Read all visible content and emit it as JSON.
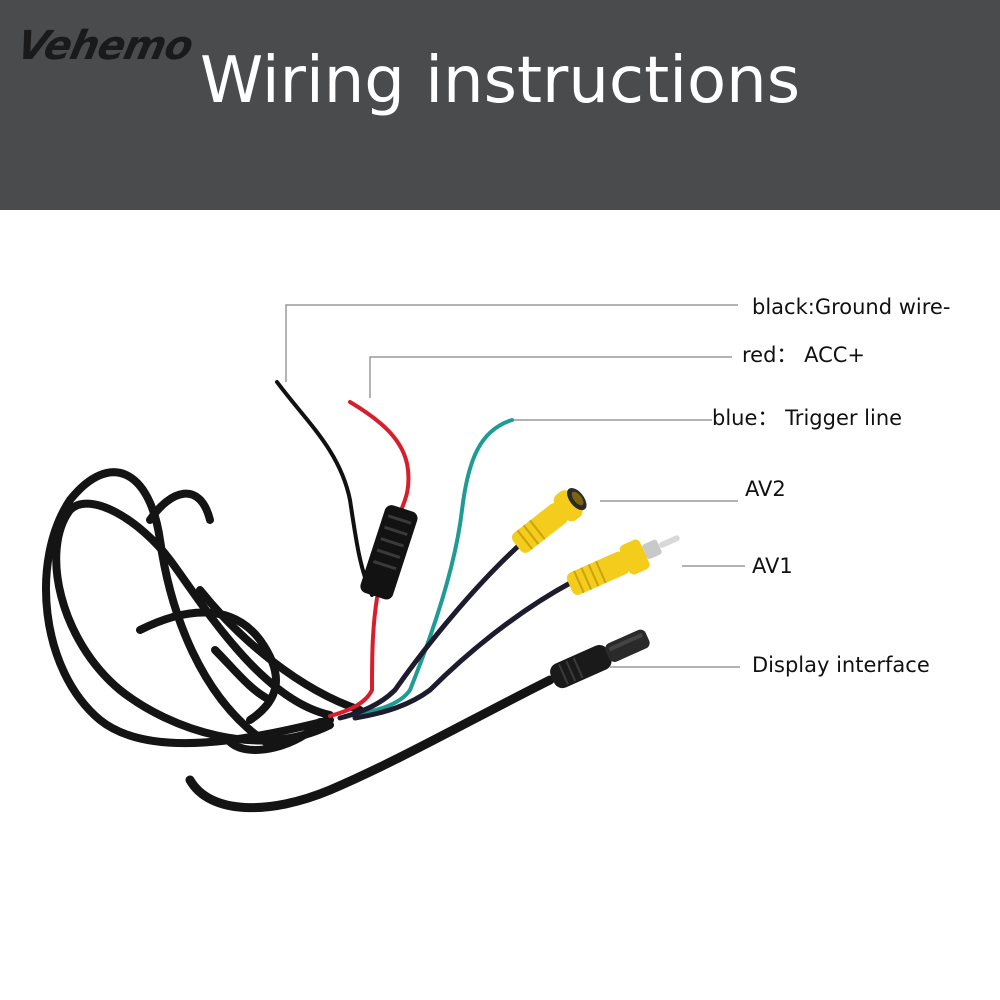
{
  "header": {
    "brand": "Vehemo",
    "title": "Wiring instructions"
  },
  "labels": {
    "black": "black:Ground wire-",
    "red": "red： ACC+",
    "blue": "blue： Trigger line",
    "av2": "AV2",
    "av1": "AV1",
    "display": "Display interface"
  },
  "colors": {
    "header_bg": "#494b4d",
    "title_text": "#ffffff",
    "black_wire": "#111111",
    "red_wire": "#d81e2c",
    "blue_wire": "#1e9c93",
    "rca_yellow": "#f4cc1c",
    "leader_line": "#9a9a9a"
  }
}
